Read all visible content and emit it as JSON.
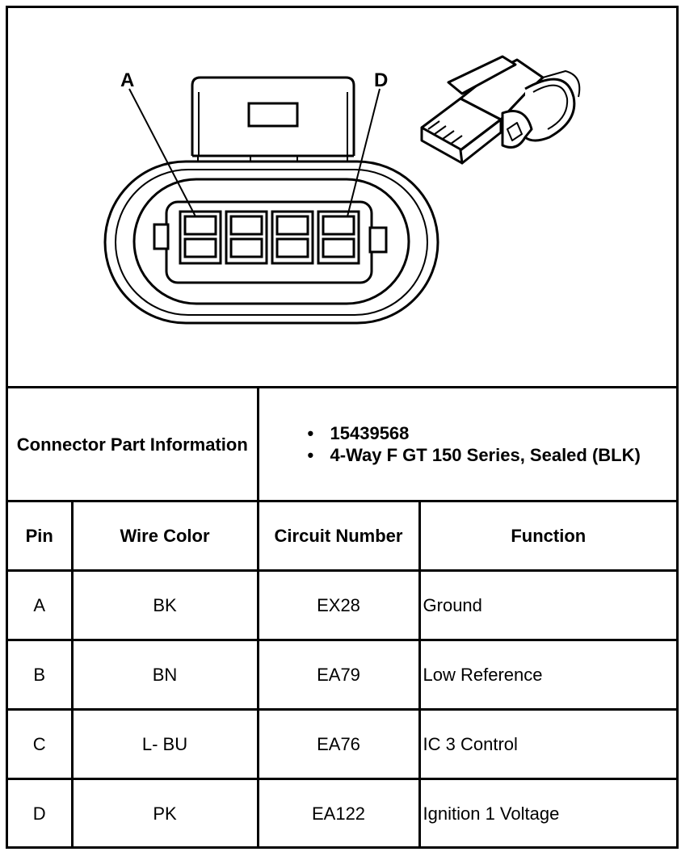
{
  "diagram": {
    "pin_label_left": "A",
    "pin_label_right": "D"
  },
  "connector": {
    "title": "Connector Part Information",
    "items": [
      "15439568",
      "4-Way F GT 150 Series, Sealed (BLK)"
    ]
  },
  "table": {
    "headers": [
      "Pin",
      "Wire Color",
      "Circuit Number",
      "Function"
    ],
    "rows": [
      [
        "A",
        "BK",
        "EX28",
        "Ground"
      ],
      [
        "B",
        "BN",
        "EA79",
        "Low Reference"
      ],
      [
        "C",
        "L- BU",
        "EA76",
        "IC 3 Control"
      ],
      [
        "D",
        "PK",
        "EA122",
        "Ignition 1 Voltage"
      ]
    ]
  }
}
